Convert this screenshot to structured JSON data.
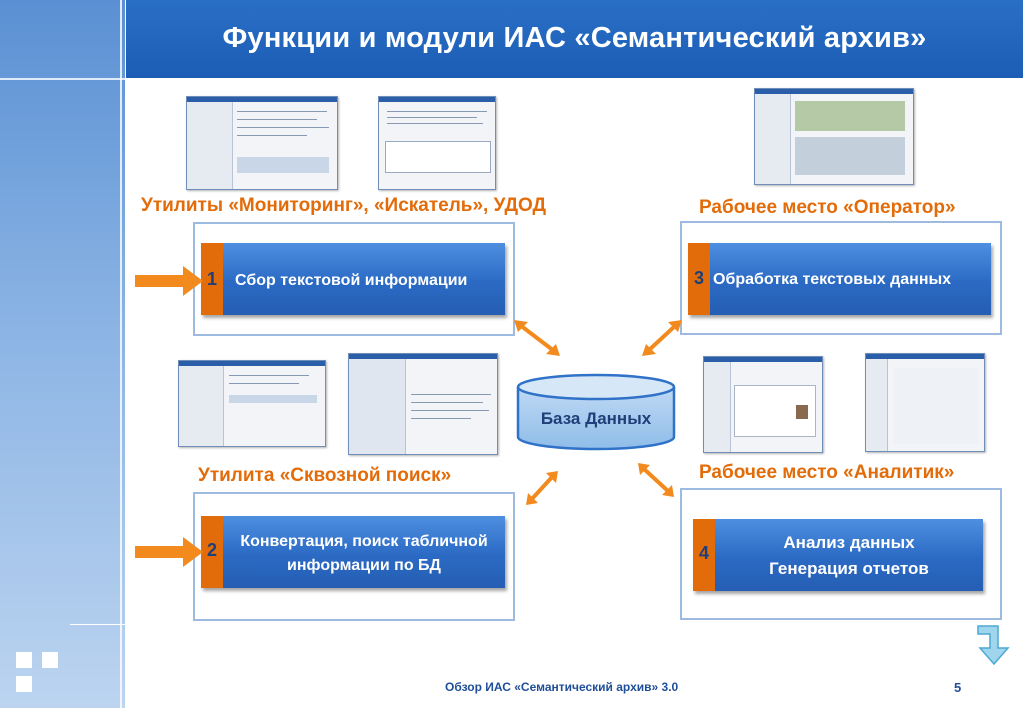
{
  "header": {
    "title": "Функции и модули ИАС «Семантический архив»"
  },
  "sections": {
    "monitoring_label": "Утилиты «Мониторинг», «Искатель», УДОД",
    "operator_label": "Рабочее место «Оператор»",
    "search_label": "Утилита «Сквозной поиск»",
    "analyst_label": "Рабочее место «Аналитик»"
  },
  "modules": [
    {
      "number": "1",
      "lines": [
        "Сбор текстовой информации"
      ]
    },
    {
      "number": "2",
      "lines": [
        "Конвертация, поиск табличной",
        "информации по БД"
      ]
    },
    {
      "number": "3",
      "lines": [
        "Обработка текстовых данных"
      ]
    },
    {
      "number": "4",
      "lines": [
        "Анализ данных",
        "Генерация отчетов"
      ]
    }
  ],
  "database": {
    "label": "База Данных"
  },
  "footer": {
    "text": "Обзор ИАС «Семантический архив» 3.0",
    "page": "5"
  },
  "colors": {
    "header_blue": "#1c5db5",
    "accent_orange": "#e36c0a",
    "bar_blue": "#2b6ac4",
    "label_orange": "#e36c0a"
  },
  "icons": [
    "orange-arrow-icon",
    "double-arrow-icon",
    "database-cylinder-icon",
    "down-arrow-nav-icon"
  ]
}
